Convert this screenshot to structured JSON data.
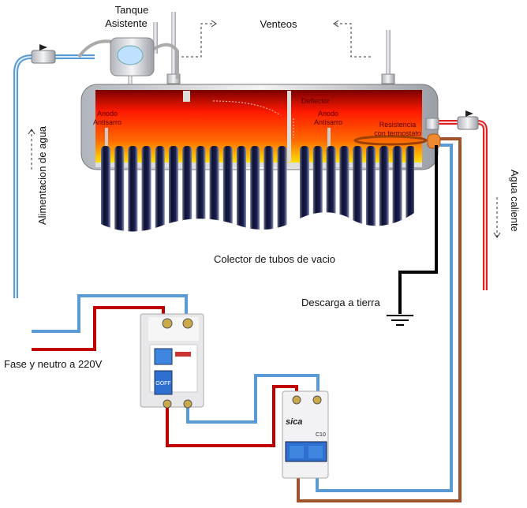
{
  "labels": {
    "tank_assist_1": "Tanque",
    "tank_assist_2": "Asistente",
    "vents": "Venteos",
    "anode_left_1": "Anodo",
    "anode_left_2": "Antisarro",
    "deflector": "Deflector",
    "anode_right_1": "Anodo",
    "anode_right_2": "Antisarro",
    "resistor_1": "Resistencia",
    "resistor_2": "con termostato",
    "water_supply": "Alimentacion de agua",
    "hot_water": "Agua caliente",
    "collector": "Colector de tubos de vacio",
    "ground": "Descarga a tierra",
    "power": "Fase y neutro a 220V",
    "rcd_off": "OOFF",
    "mcb_brand": "sica",
    "mcb_rating": "C10"
  },
  "colors": {
    "phase": "#c00000",
    "neutral": "#5b9bd5",
    "ground": "#000000",
    "load": "#a0522d",
    "breaker_blue": "#2f6fd0"
  }
}
